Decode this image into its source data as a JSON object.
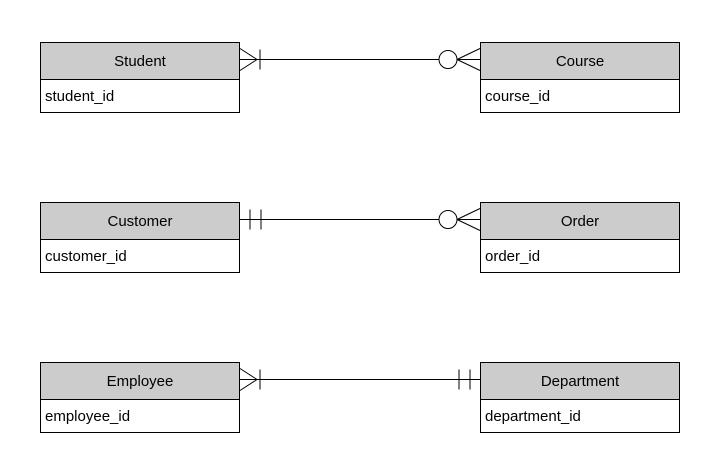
{
  "diagram": {
    "colors": {
      "background": "#ffffff",
      "entity_header_fill": "#cccccc",
      "entity_border": "#000000",
      "line": "#000000",
      "text": "#000000"
    },
    "entities": [
      {
        "name": "Student",
        "attributes": [
          "student_id"
        ]
      },
      {
        "name": "Course",
        "attributes": [
          "course_id"
        ]
      },
      {
        "name": "Customer",
        "attributes": [
          "customer_id"
        ]
      },
      {
        "name": "Order",
        "attributes": [
          "order_id"
        ]
      },
      {
        "name": "Employee",
        "attributes": [
          "employee_id"
        ]
      },
      {
        "name": "Department",
        "attributes": [
          "department_id"
        ]
      }
    ],
    "relationships": [
      {
        "from": "Student",
        "to": "Course",
        "from_cardinality": "one-or-many",
        "to_cardinality": "zero-or-many"
      },
      {
        "from": "Customer",
        "to": "Order",
        "from_cardinality": "exactly-one",
        "to_cardinality": "zero-or-many"
      },
      {
        "from": "Employee",
        "to": "Department",
        "from_cardinality": "one-or-many",
        "to_cardinality": "exactly-one"
      }
    ]
  }
}
